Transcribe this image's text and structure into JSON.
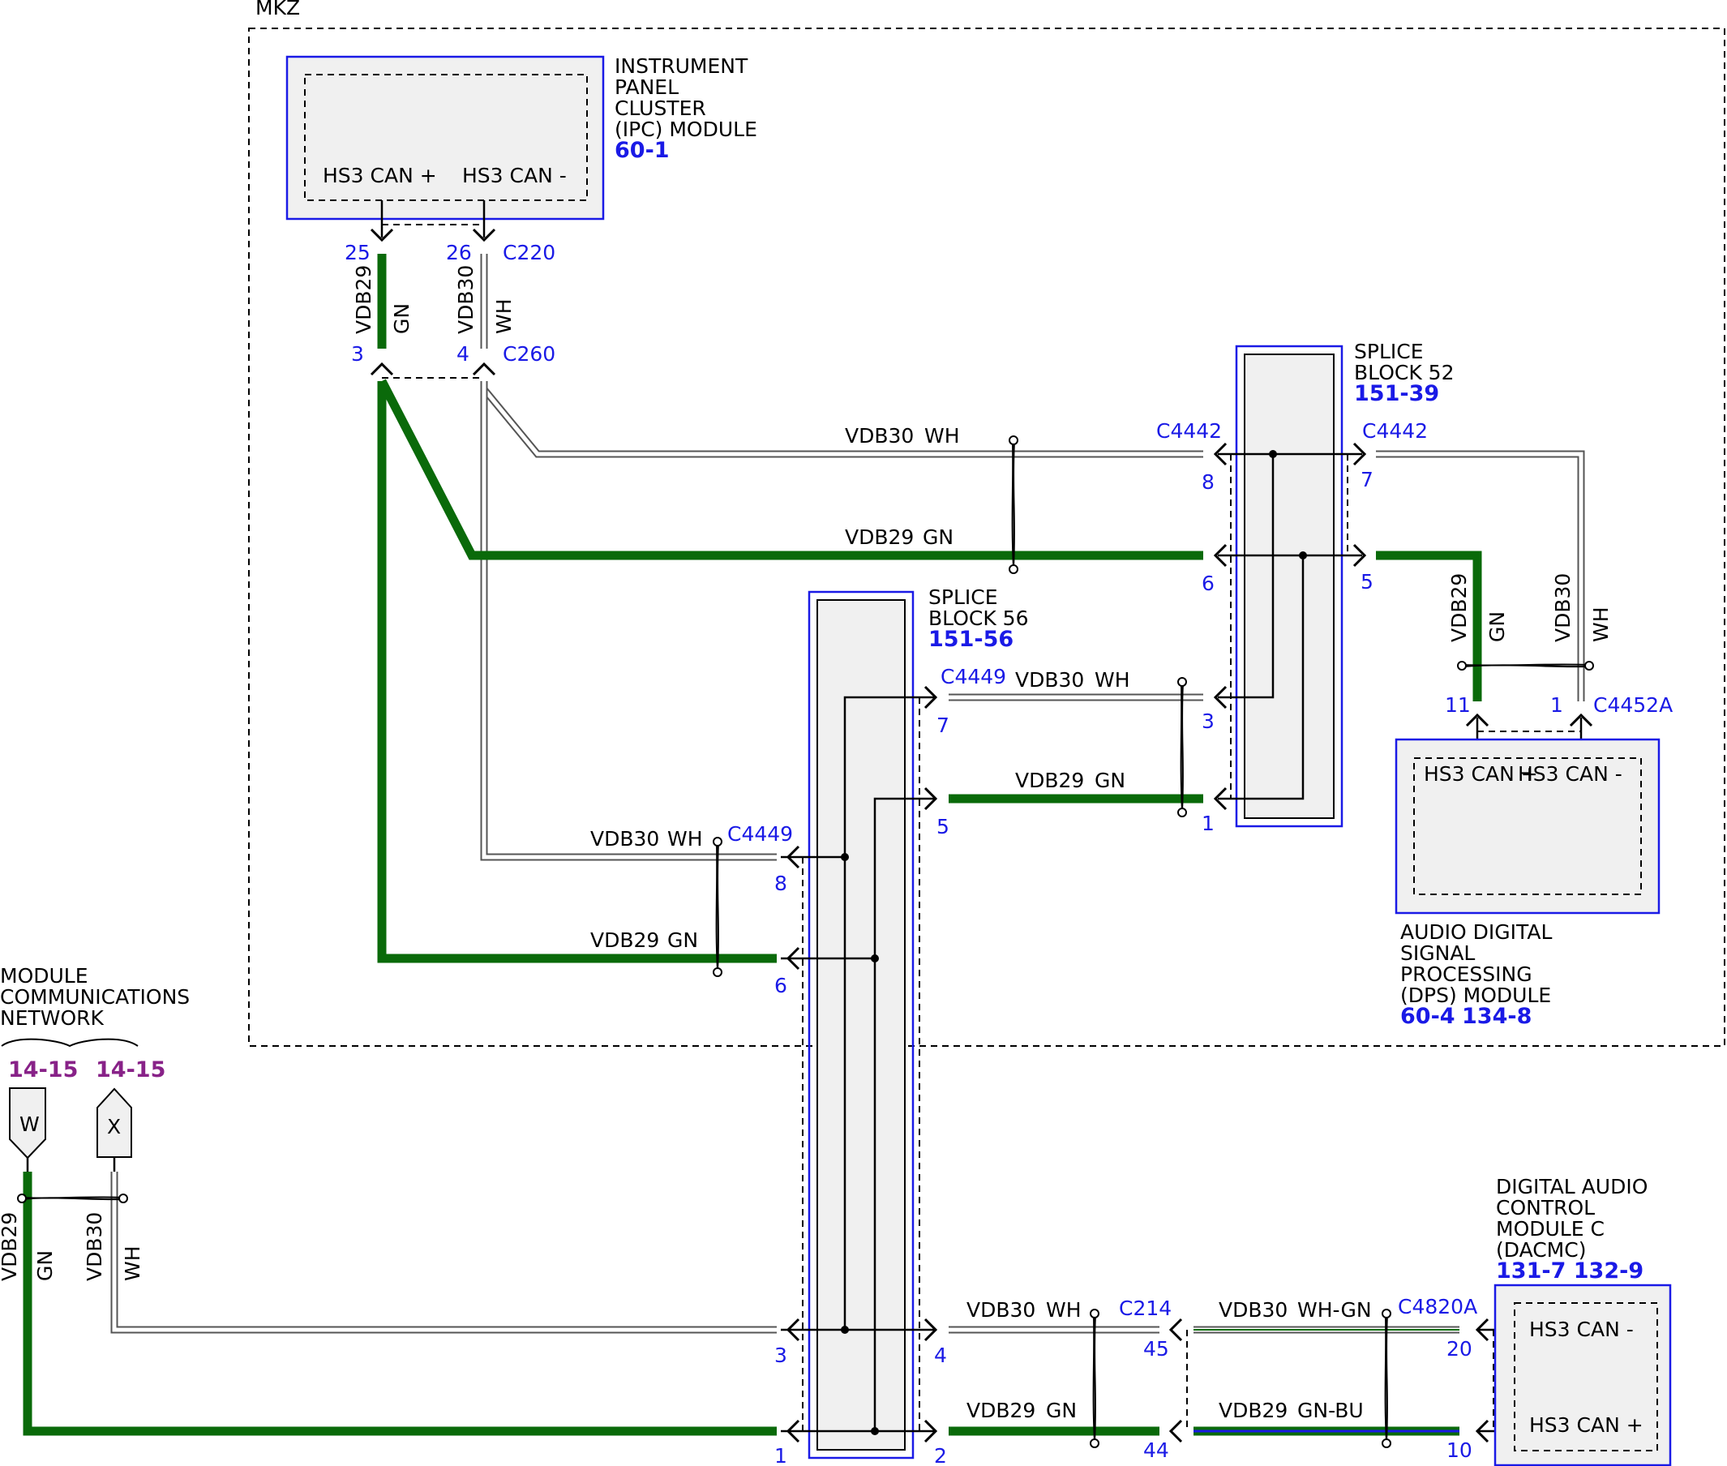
{
  "diagram": {
    "vehicle": "MKZ",
    "ipc": {
      "name_lines": [
        "INSTRUMENT",
        "PANEL",
        "CLUSTER",
        "(IPC) MODULE"
      ],
      "ref": "60-1",
      "pin_plus": "HS3 CAN +",
      "pin_minus": "HS3 CAN -"
    },
    "splice52": {
      "name_lines": [
        "SPLICE",
        "BLOCK 52"
      ],
      "ref": "151-39"
    },
    "splice56": {
      "name_lines": [
        "SPLICE",
        "BLOCK 56"
      ],
      "ref": "151-56"
    },
    "dps": {
      "name_lines": [
        "AUDIO DIGITAL",
        "SIGNAL",
        "PROCESSING",
        "(DPS) MODULE"
      ],
      "ref1": "60-4",
      "ref2": "134-8",
      "pin_plus": "HS3 CAN +",
      "pin_minus": "HS3 CAN -"
    },
    "dacmc": {
      "name_lines": [
        "DIGITAL AUDIO",
        "CONTROL",
        "MODULE C",
        "(DACMC)"
      ],
      "ref": "131-7 132-9",
      "pin_minus": "HS3 CAN -",
      "pin_plus": "HS3 CAN +"
    },
    "mcn": {
      "name_lines": [
        "MODULE",
        "COMMUNICATIONS",
        "NETWORK"
      ],
      "ref_w": "14-15",
      "ref_x": "14-15",
      "conn_w": "W",
      "conn_x": "X"
    },
    "connectors": {
      "c220": "C220",
      "c260": "C260",
      "c4442_left": "C4442",
      "c4442_right": "C4442",
      "c4449_top": "C4449",
      "c4449_left": "C4449",
      "c4452a": "C4452A",
      "c214": "C214",
      "c4820a": "C4820A"
    },
    "pins": {
      "p25": "25",
      "p26": "26",
      "p3_c260": "3",
      "p4_c260": "4",
      "p8_s52": "8",
      "p6_s52": "6",
      "p7_s52": "7",
      "p5_s52": "5",
      "p3_s52": "3",
      "p1_s52": "1",
      "p7_s56": "7",
      "p5_s56": "5",
      "p8_s56": "8",
      "p6_s56": "6",
      "p3_s56": "3",
      "p1_s56": "1",
      "p4_s56": "4",
      "p2_s56": "2",
      "p11_dps": "11",
      "p1_dps": "1",
      "p45": "45",
      "p44": "44",
      "p20": "20",
      "p10": "10"
    },
    "wires": {
      "vdb29": "VDB29",
      "vdb30": "VDB30",
      "gn": "GN",
      "wh": "WH",
      "wh_gn": "WH-GN",
      "gn_bu": "GN-BU"
    }
  }
}
